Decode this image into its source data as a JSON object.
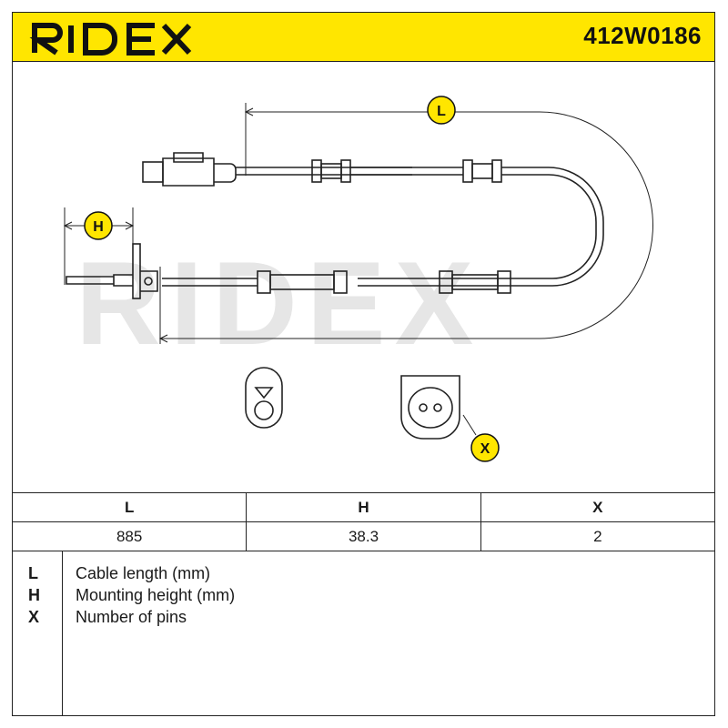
{
  "header": {
    "brand": "RIDEX",
    "part_number": "412W0186",
    "background_color": "#ffe600"
  },
  "drawing": {
    "watermark": "RIDEX",
    "dimension_labels": {
      "length": "L",
      "height": "H",
      "pins": "X"
    }
  },
  "spec_table": {
    "columns": [
      "L",
      "H",
      "X"
    ],
    "values": [
      "885",
      "38.3",
      "2"
    ]
  },
  "legend": [
    {
      "symbol": "L",
      "description": "Cable length (mm)"
    },
    {
      "symbol": "H",
      "description": "Mounting height (mm)"
    },
    {
      "symbol": "X",
      "description": "Number of pins"
    }
  ]
}
